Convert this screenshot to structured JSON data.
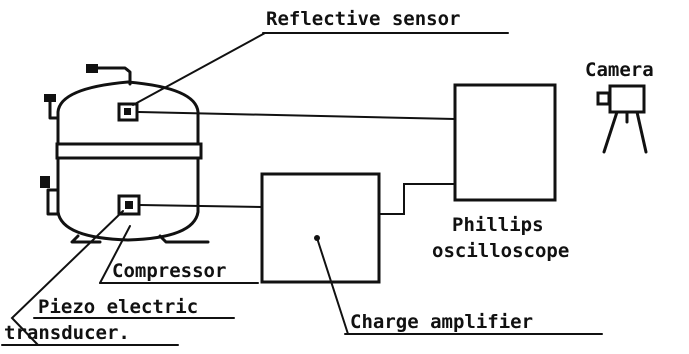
{
  "labels": {
    "reflective_sensor": "Reflective sensor",
    "camera": "Camera",
    "phillips_line1": "Phillips",
    "phillips_line2": "oscilloscope",
    "compressor": "Compressor",
    "piezo_line1": "Piezo electric",
    "piezo_line2": "transducer.",
    "charge_amplifier": "Charge amplifier"
  },
  "colors": {
    "ink": "#111111",
    "background": "#ffffff"
  }
}
